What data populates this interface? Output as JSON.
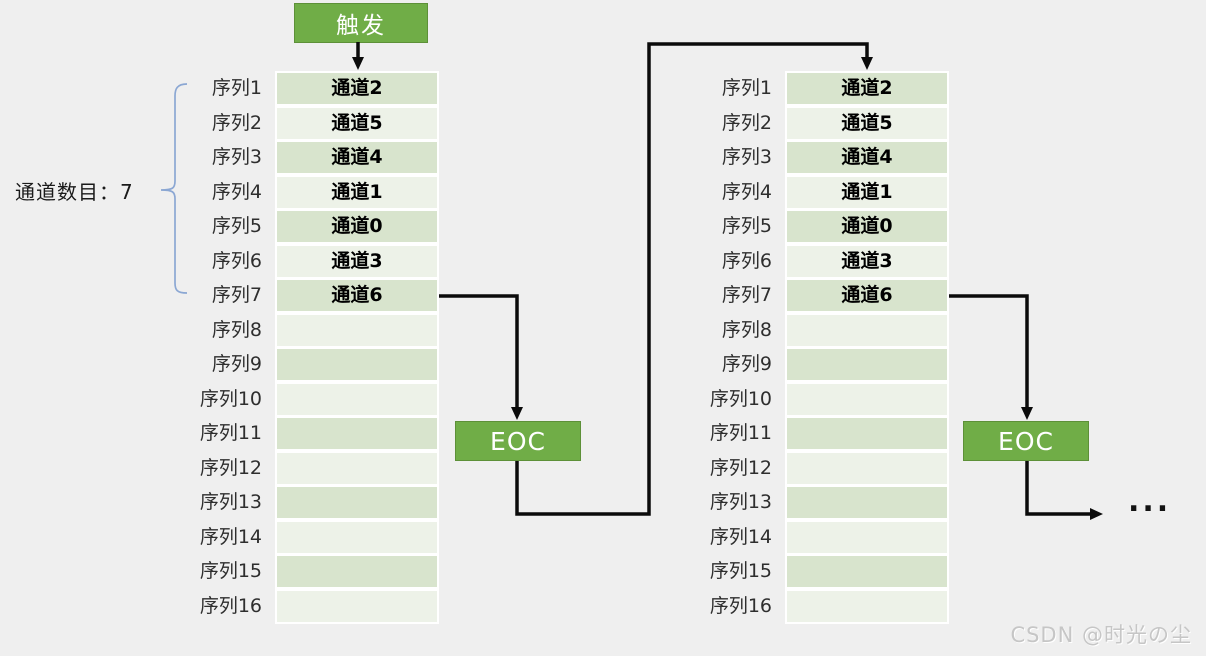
{
  "colors": {
    "background": "#efefef",
    "green": "#70ad47",
    "row_dark": "#d8e4cd",
    "row_light": "#edf2e8",
    "brace": "#8ba7d3",
    "arrow": "#0b0b0b"
  },
  "trigger": {
    "label": "触发"
  },
  "annotation": {
    "channel_count": "通道数目：7"
  },
  "eoc": {
    "label": "EOC"
  },
  "continuation": {
    "ellipsis": "..."
  },
  "watermark": {
    "text": "CSDN @时光の尘"
  },
  "tables": [
    {
      "name": "first-scan-sequence",
      "rows": [
        {
          "seq": "序列1",
          "channel": "通道2"
        },
        {
          "seq": "序列2",
          "channel": "通道5"
        },
        {
          "seq": "序列3",
          "channel": "通道4"
        },
        {
          "seq": "序列4",
          "channel": "通道1"
        },
        {
          "seq": "序列5",
          "channel": "通道0"
        },
        {
          "seq": "序列6",
          "channel": "通道3"
        },
        {
          "seq": "序列7",
          "channel": "通道6"
        },
        {
          "seq": "序列8",
          "channel": ""
        },
        {
          "seq": "序列9",
          "channel": ""
        },
        {
          "seq": "序列10",
          "channel": ""
        },
        {
          "seq": "序列11",
          "channel": ""
        },
        {
          "seq": "序列12",
          "channel": ""
        },
        {
          "seq": "序列13",
          "channel": ""
        },
        {
          "seq": "序列14",
          "channel": ""
        },
        {
          "seq": "序列15",
          "channel": ""
        },
        {
          "seq": "序列16",
          "channel": ""
        }
      ]
    },
    {
      "name": "second-scan-sequence",
      "rows": [
        {
          "seq": "序列1",
          "channel": "通道2"
        },
        {
          "seq": "序列2",
          "channel": "通道5"
        },
        {
          "seq": "序列3",
          "channel": "通道4"
        },
        {
          "seq": "序列4",
          "channel": "通道1"
        },
        {
          "seq": "序列5",
          "channel": "通道0"
        },
        {
          "seq": "序列6",
          "channel": "通道3"
        },
        {
          "seq": "序列7",
          "channel": "通道6"
        },
        {
          "seq": "序列8",
          "channel": ""
        },
        {
          "seq": "序列9",
          "channel": ""
        },
        {
          "seq": "序列10",
          "channel": ""
        },
        {
          "seq": "序列11",
          "channel": ""
        },
        {
          "seq": "序列12",
          "channel": ""
        },
        {
          "seq": "序列13",
          "channel": ""
        },
        {
          "seq": "序列14",
          "channel": ""
        },
        {
          "seq": "序列15",
          "channel": ""
        },
        {
          "seq": "序列16",
          "channel": ""
        }
      ]
    }
  ]
}
